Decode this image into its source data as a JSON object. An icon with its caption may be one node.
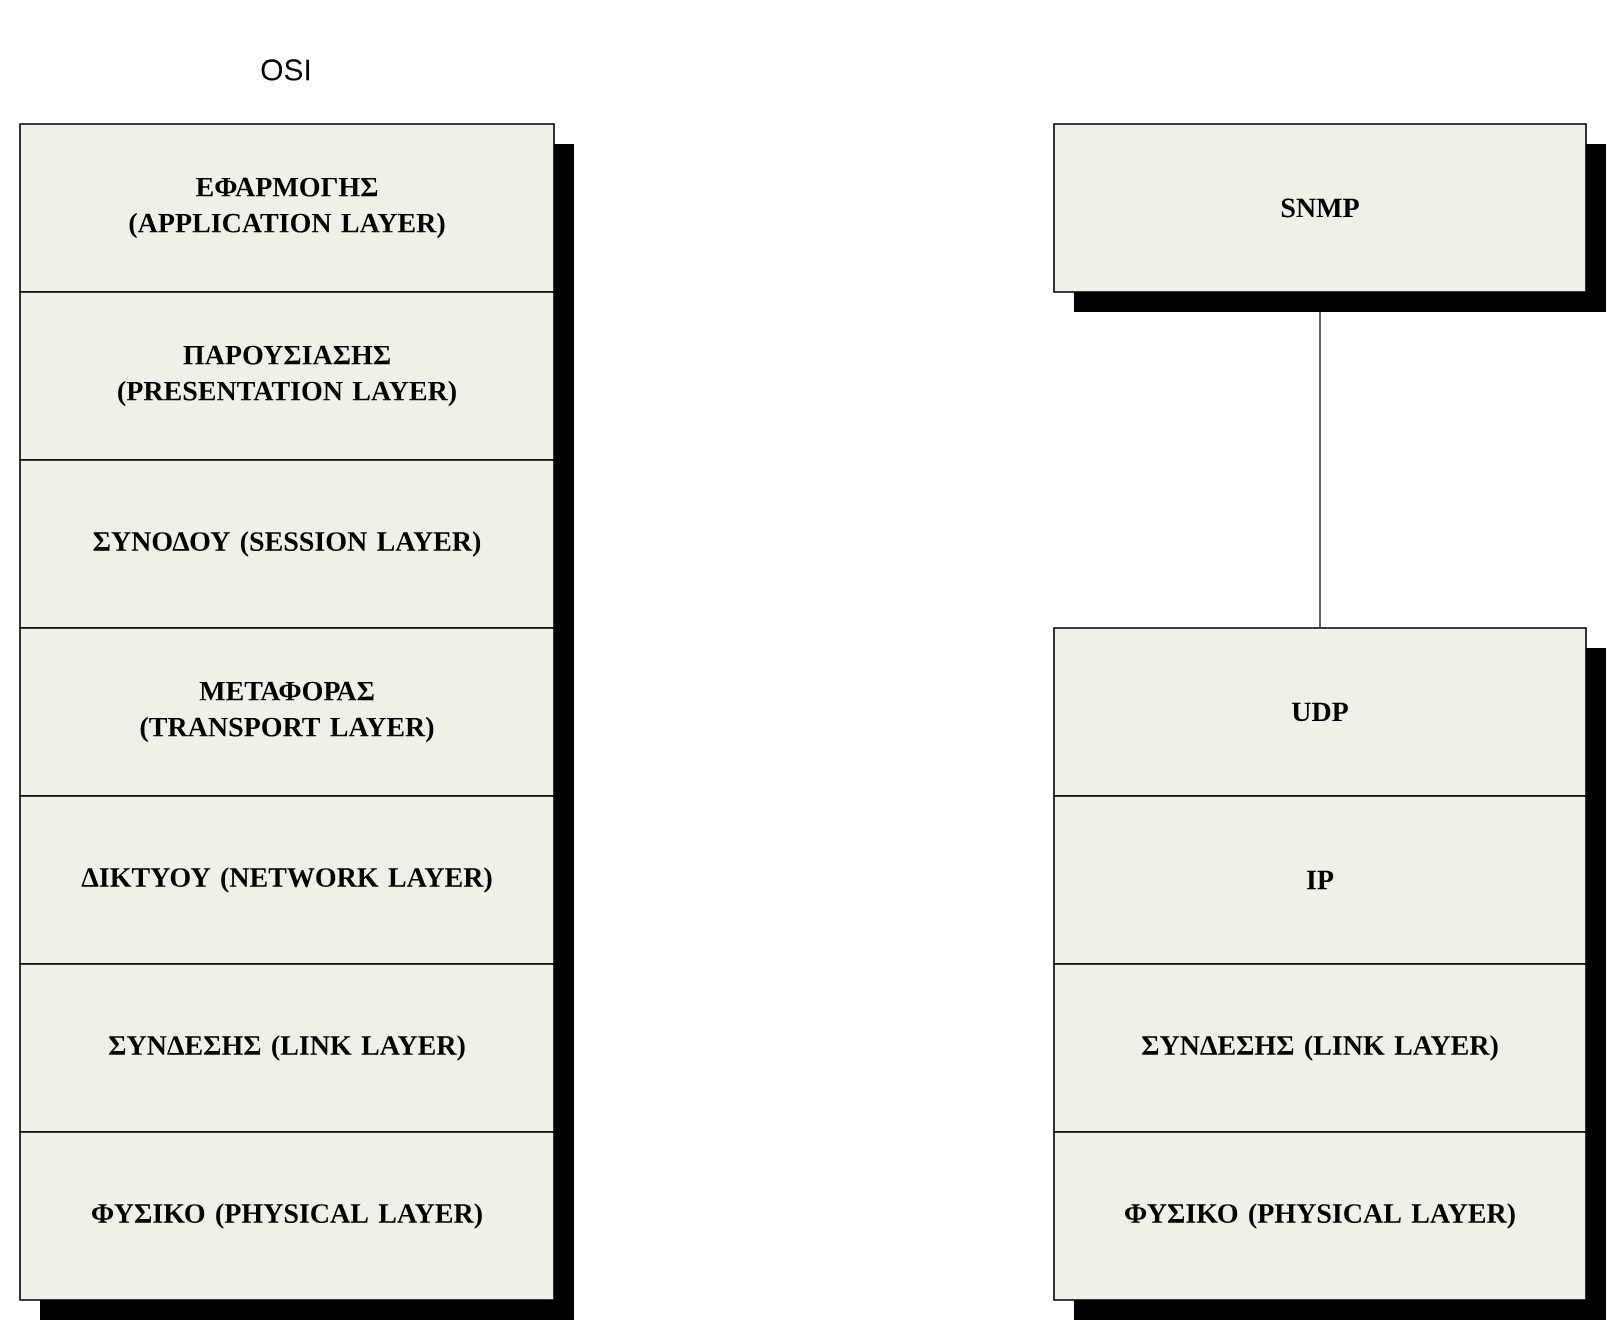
{
  "diagram": {
    "title": "OSI",
    "nodes": [
      {
        "text": [
          "ΕΦΑΡΜΟΓΗΣ (APPLICATION LAYER)"
        ]
      },
      {
        "text": [
          "ΠΑΡΟΥΣΙΑΣΗΣ (PRESENTATION LAYER)"
        ]
      },
      {
        "text": [
          "ΣΥΝΟΔΟΥ (SESSION LAYER)"
        ]
      },
      {
        "text": [
          "ΜΕΤΑΦΟΡΑΣ (TRANSPORT LAYER)"
        ]
      },
      {
        "text": [
          "ΔΙΚΤΥΟΥ (NETWORK LAYER)"
        ]
      },
      {
        "text": [
          "ΣΥΝΔΕΣΗΣ (LINK LAYER)"
        ]
      },
      {
        "text": [
          "ΦΥΣΙΚΟ (PHYSICAL LAYER)"
        ]
      },
      {
        "text": [
          "SNMP"
        ]
      },
      {
        "text": [
          "UDP"
        ]
      },
      {
        "text": [
          "IP"
        ]
      },
      {
        "text": [
          "ΣΥΝΔΕΣΗΣ (LINK LAYER)"
        ]
      },
      {
        "text": [
          "ΦΥΣΙΚΟ (PHYSICAL LAYER)"
        ]
      }
    ],
    "edges": [
      {
        "from": 7,
        "to": 8,
        "arrow": "none"
      }
    ]
  }
}
